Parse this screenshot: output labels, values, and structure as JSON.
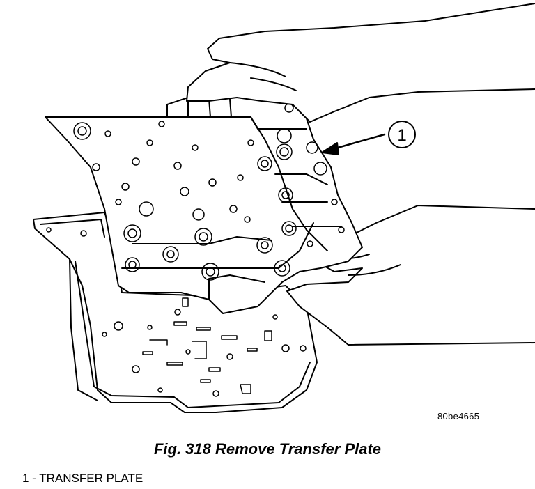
{
  "figure": {
    "callout": "1",
    "reference_code": "80be4665",
    "caption": "Fig. 318 Remove Transfer Plate",
    "legend": [
      {
        "text": "1 - TRANSFER PLATE"
      }
    ]
  }
}
